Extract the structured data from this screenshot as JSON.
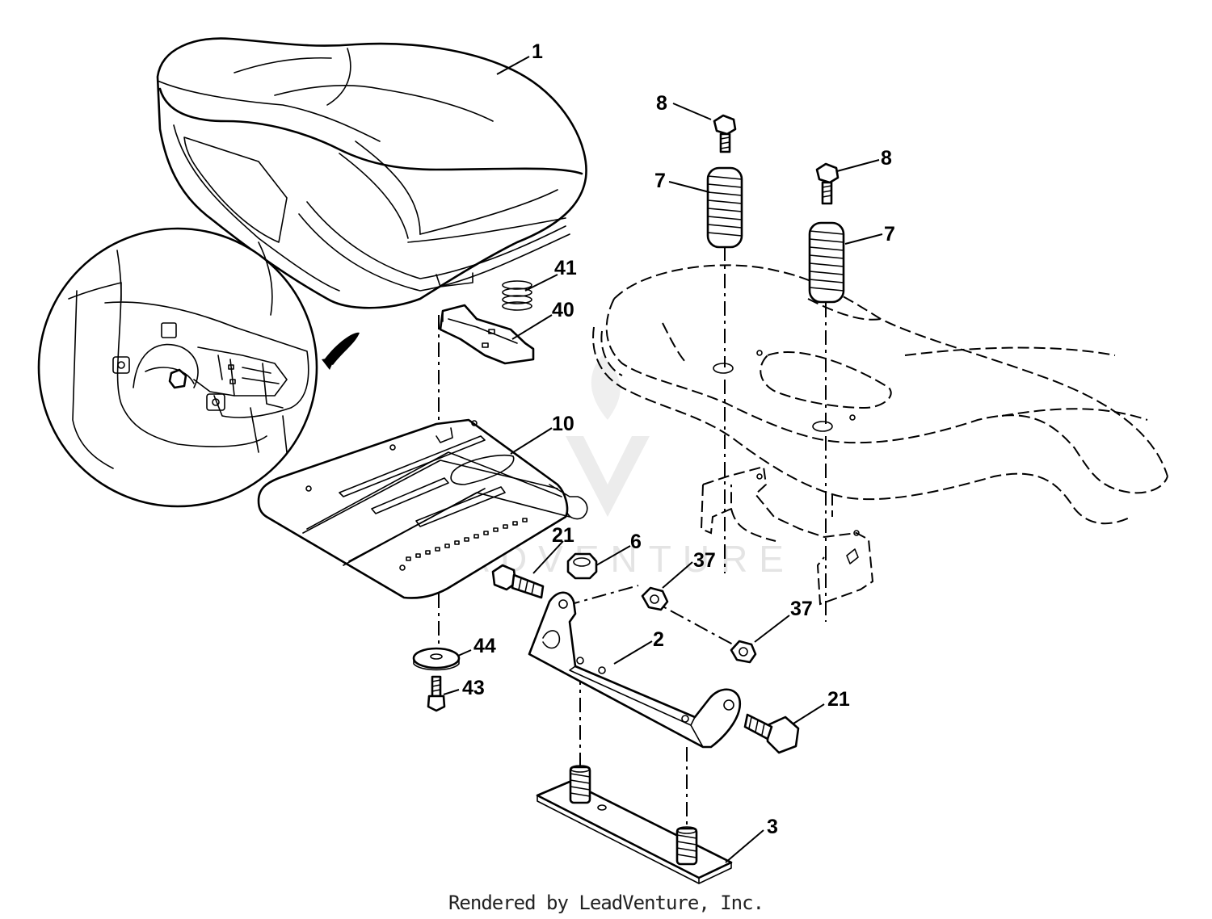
{
  "footer": "Rendered by LeadVenture, Inc.",
  "watermark": "LEADVENTURE",
  "callouts": [
    {
      "id": "1",
      "label": "1"
    },
    {
      "id": "8a",
      "label": "8"
    },
    {
      "id": "8b",
      "label": "8"
    },
    {
      "id": "7a",
      "label": "7"
    },
    {
      "id": "7b",
      "label": "7"
    },
    {
      "id": "41",
      "label": "41"
    },
    {
      "id": "40",
      "label": "40"
    },
    {
      "id": "10",
      "label": "10"
    },
    {
      "id": "21a",
      "label": "21"
    },
    {
      "id": "6",
      "label": "6"
    },
    {
      "id": "37a",
      "label": "37"
    },
    {
      "id": "37b",
      "label": "37"
    },
    {
      "id": "2",
      "label": "2"
    },
    {
      "id": "44",
      "label": "44"
    },
    {
      "id": "43",
      "label": "43"
    },
    {
      "id": "21b",
      "label": "21"
    },
    {
      "id": "3",
      "label": "3"
    }
  ]
}
